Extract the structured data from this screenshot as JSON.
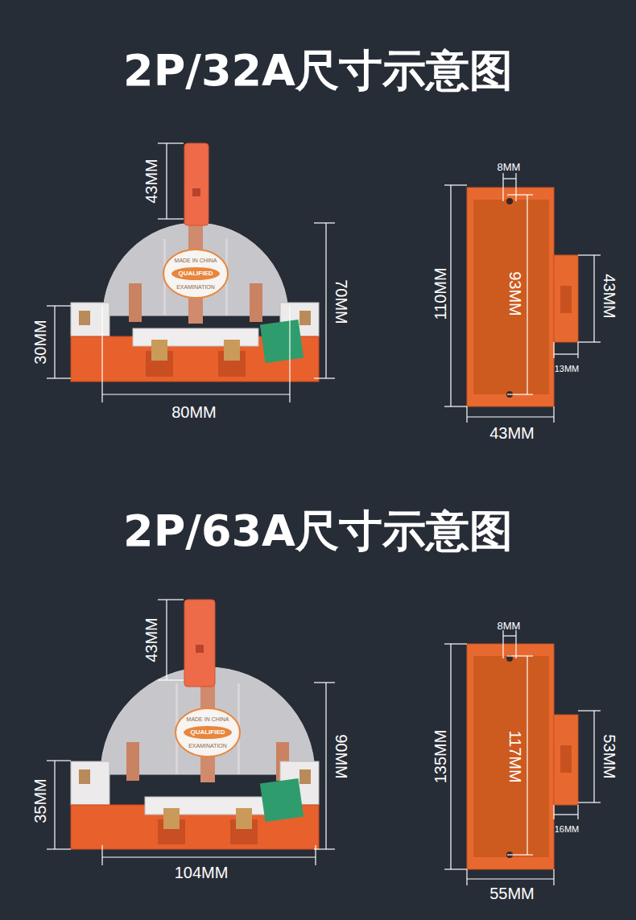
{
  "diagram": {
    "labels": [
      "2P/32A尺寸示意图",
      "43MM",
      "8MM",
      "MADE IN CHINA",
      "QUALIFIED",
      "EXAMINATION",
      "70MM",
      "110MM",
      "93MM",
      "43MM",
      "30MM",
      "13MM",
      "80MM",
      "43MM",
      "2P/63A尺寸示意图",
      "43MM",
      "8MM",
      "MADE IN CHINA",
      "QUALIFIED",
      "EXAMINATION",
      "90MM",
      "135MM",
      "117MM",
      "53MM",
      "35MM",
      "16MM",
      "104MM",
      "55MM"
    ]
  }
}
